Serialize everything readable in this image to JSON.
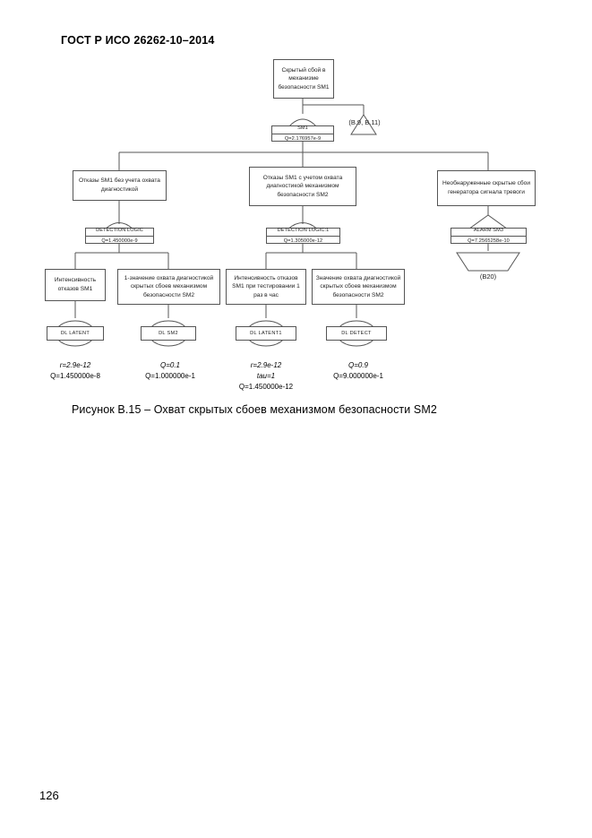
{
  "document": {
    "header": "ГОСТ Р ИСО 26262-10–2014",
    "page_number": "126",
    "figure_caption": "Рисунок В.15 –  Охват скрытых сбоев механизмом безопасности SM2"
  },
  "diagram": {
    "top_event": {
      "name": "top-event",
      "text": "Скрытый сбой в механизме безопасности SM1"
    },
    "top_gate": {
      "name": "SM1",
      "probability": "Q=2.176957e-9"
    },
    "transfer_top": {
      "label": "(B.9, B.11)"
    },
    "level2": [
      {
        "text": "Отказы SM1 без учета охвата диагностикой"
      },
      {
        "text": "Отказы SM1 с учетом охвата диагностикой механизмом безопасности SM2"
      },
      {
        "text": "Необнаруженные скрытые сбои генератора сигнала тревоги"
      }
    ],
    "gates": [
      {
        "name": "DETECTION LOGIC",
        "probability": "Q=1.450000e-9"
      },
      {
        "name": "DETECTION LOGIC:1",
        "probability": "Q=1.305000e-12"
      },
      {
        "name": "ALARM SM3",
        "probability": "Q=7.2565258e-10"
      }
    ],
    "transfer_alarm": {
      "label": "(B20)"
    },
    "level3": [
      {
        "text": "Интенсивность отказов SM1"
      },
      {
        "text": "1-значение охвата диагности­кой  скрытых сбоев механиз­мом безопасности SM2"
      },
      {
        "text": "Интенсивность отка­зов SM1 при тестиро­вании 1 раз в час"
      },
      {
        "text": "Значение охвата диагности­кой  скрытых сбоев меха­низмом безопасности SM2"
      }
    ],
    "basic_events": [
      {
        "label": "DL LATENT",
        "params": [
          "r=2.9e-12",
          "Q=1.450000e-8"
        ]
      },
      {
        "label": "DL SM2",
        "params": [
          "Q=0.1",
          "Q=1.000000e-1"
        ]
      },
      {
        "label": "DL LATENT1",
        "params": [
          "r=2.9e-12",
          "tau=1",
          "Q=1.450000e-12"
        ]
      },
      {
        "label": "DL DETECT",
        "params": [
          "Q=0.9",
          "Q=9.000000e-1"
        ]
      }
    ]
  }
}
